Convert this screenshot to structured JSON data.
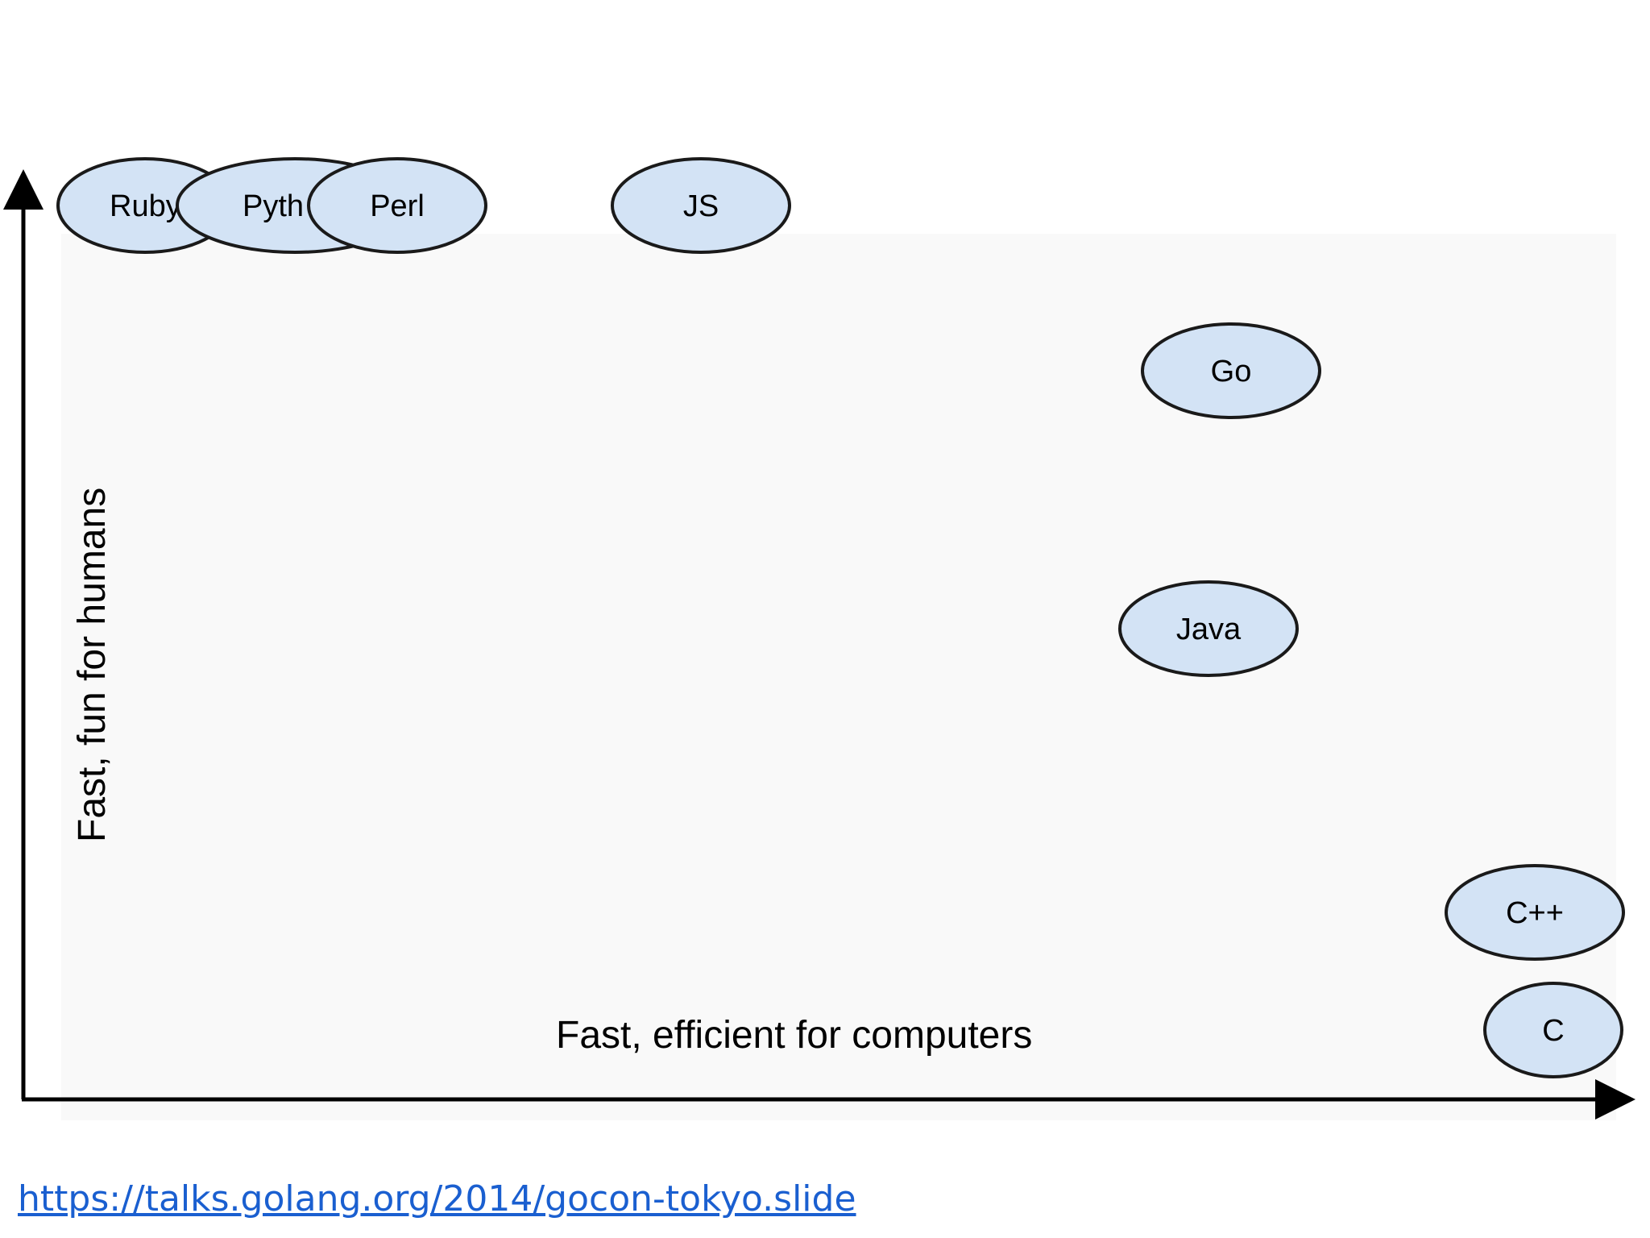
{
  "diagram": {
    "x_axis_label": "Fast, efficient for computers",
    "y_axis_label": "Fast, fun for humans",
    "colors": {
      "bubble_fill": "#d3e3f5",
      "bubble_stroke": "#1a1a1a",
      "axis": "#000000",
      "link": "#1a5fd0",
      "background_panel": "#f9f9f9"
    },
    "languages": [
      {
        "id": "ruby",
        "label": "Ruby"
      },
      {
        "id": "python",
        "label": "Pyth"
      },
      {
        "id": "perl",
        "label": "Perl"
      },
      {
        "id": "js",
        "label": "JS"
      },
      {
        "id": "go",
        "label": "Go"
      },
      {
        "id": "java",
        "label": "Java"
      },
      {
        "id": "cpp",
        "label": "C++"
      },
      {
        "id": "c",
        "label": "C"
      }
    ]
  },
  "footer": {
    "source_link": "https://talks.golang.org/2014/gocon-tokyo.slide"
  }
}
